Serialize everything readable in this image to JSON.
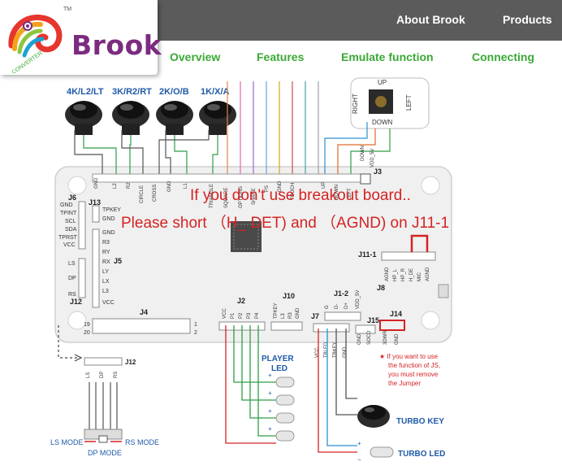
{
  "header": {
    "brand": "Brook",
    "trademark": "TM",
    "logo_badge": "CONVERTER",
    "nav": [
      "About Brook",
      "Products"
    ],
    "subnav": [
      "Overview",
      "Features",
      "Emulate function",
      "Connecting"
    ]
  },
  "notice": {
    "line1": "If you don't use breakout board..",
    "line2": "Please short （H_ DET) and （AGND) on J11-1"
  },
  "diagram": {
    "buttons": [
      "4K/L2/LT",
      "3K/R2/RT",
      "2K/O/B",
      "1K/X/A"
    ],
    "dpad": {
      "up": "UP",
      "down": "DOWN",
      "left": "LEFT",
      "right": "RIGHT"
    },
    "top_pins": [
      "GND",
      "L2",
      "R2",
      "CIRCLE",
      "CROSS",
      "GND",
      "L1",
      "TRIANGLE",
      "SQUARE",
      "OPTIONS",
      "SHARE",
      "PS",
      "GND",
      "TOUCH",
      "UP",
      "DOWN",
      "LEFT",
      "RIGHT",
      "DOWN",
      "VDD_5V"
    ],
    "headers": [
      "J3",
      "J6",
      "J13",
      "J5",
      "J12",
      "J4",
      "J2",
      "J10",
      "J1-2",
      "J7",
      "J15",
      "J14",
      "J8",
      "J11-1"
    ],
    "j6_pins": [
      "GND",
      "TPINT",
      "SCL",
      "SDA",
      "TPRST",
      "VCC"
    ],
    "j13_pins": [
      "TPKEY",
      "GND"
    ],
    "j5_pins": [
      "GND",
      "R3",
      "RY",
      "RX",
      "LY",
      "LX",
      "L3",
      "VCC"
    ],
    "j12_pins": [
      "LS",
      "DP",
      "RS"
    ],
    "j4_numbers": [
      "19",
      "20",
      "1",
      "2"
    ],
    "j2_pins": [
      "VCC",
      "P1",
      "P2",
      "P3",
      "P4"
    ],
    "j10_pins": [
      "TPKEY",
      "L3",
      "R3",
      "GND"
    ],
    "j7_pins": [
      "VCC",
      "TBLED",
      "TBKEY",
      "GND"
    ],
    "j12_bottom_pins": [
      "LS",
      "DP",
      "RS"
    ],
    "j15_pins": [
      "GND",
      "SOCD"
    ],
    "j14_pins": [
      "3DWR",
      "GND"
    ],
    "j11_pins": [
      "AGND",
      "HP_L",
      "HP_R",
      "H_DE",
      "MIC",
      "AGND"
    ],
    "j1_2_pins": [
      "G",
      "D-",
      "D+",
      "VDD_5V"
    ],
    "player_led": "PLAYER\nLED",
    "turbo_key": "TURBO KEY",
    "turbo_led": "TURBO LED",
    "ls_mode": "LS MODE",
    "dp_mode": "DP MODE",
    "rs_mode": "RS MODE",
    "note": "★ If you want to use\nthe function of JS,\nyou must remove\nthe Jumper",
    "plus": "+",
    "minus": "−"
  },
  "colors": {
    "topbar": "#5b5b5b",
    "nav_green": "#3aa935",
    "notice_red": "#d42323",
    "logo_purple": "#7c2c80"
  }
}
